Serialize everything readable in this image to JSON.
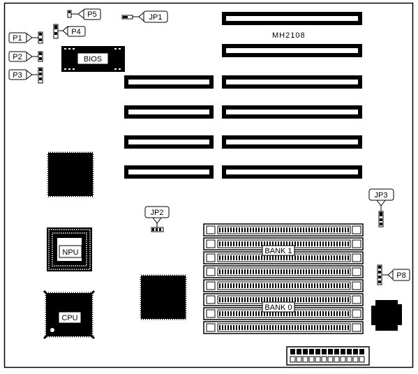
{
  "board_model": "MH2108",
  "labels": {
    "p5": "P5",
    "jp1": "JP1",
    "p4": "P4",
    "p1": "P1",
    "p2": "P2",
    "p3": "P3",
    "bios": "BIOS",
    "jp2": "JP2",
    "jp3": "JP3",
    "npu": "NPU",
    "cpu": "CPU",
    "bank1": "BANK 1",
    "bank0": "BANK 0",
    "p8": "P8"
  }
}
